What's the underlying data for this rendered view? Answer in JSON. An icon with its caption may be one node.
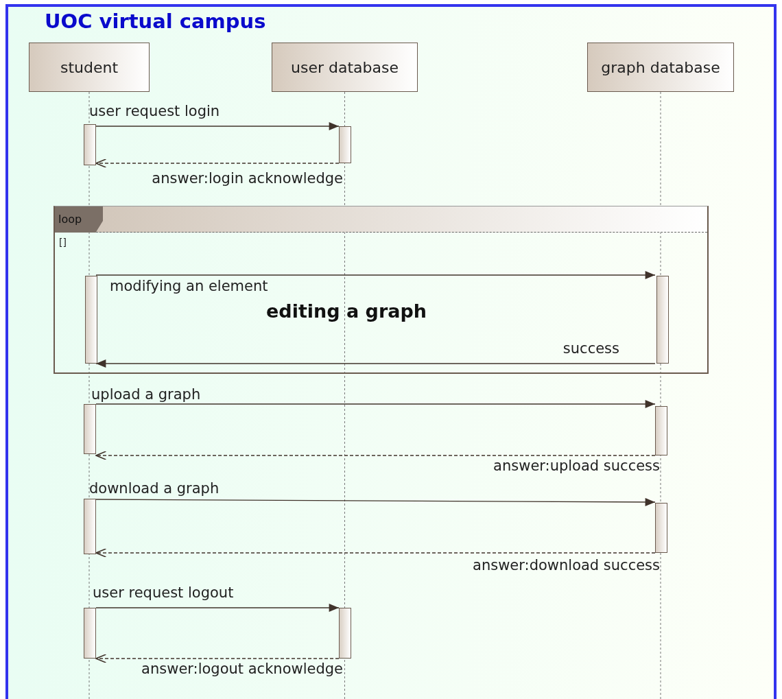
{
  "diagram": {
    "title": "UOC virtual campus",
    "nodes": [
      {
        "text": [
          "student"
        ]
      },
      {
        "text": [
          "user database"
        ]
      },
      {
        "text": [
          "graph database"
        ]
      },
      {
        "text": [],
        "shape": "bar"
      },
      {
        "text": [],
        "shape": "bar"
      },
      {
        "text": [
          "loop",
          "[]",
          "editing a graph"
        ]
      },
      {
        "text": [],
        "shape": "bar",
        "in": 5
      },
      {
        "text": [],
        "shape": "bar",
        "in": 5
      },
      {
        "text": [],
        "shape": "bar"
      },
      {
        "text": [],
        "shape": "bar"
      },
      {
        "text": [],
        "shape": "bar"
      },
      {
        "text": [],
        "shape": "bar"
      },
      {
        "text": [],
        "shape": "bar"
      },
      {
        "text": [],
        "shape": "bar"
      }
    ],
    "edges": [
      {
        "from": 3,
        "to": 4,
        "arrow": "to",
        "label": "user request login"
      },
      {
        "from": 4,
        "to": 3,
        "arrow": "to",
        "label": "answer:login acknowledge",
        "style": "dashed"
      },
      {
        "from": 6,
        "to": 7,
        "arrow": "to",
        "label": "modifying an element"
      },
      {
        "from": 7,
        "to": 6,
        "arrow": "to",
        "label": "success"
      },
      {
        "from": 8,
        "to": 9,
        "arrow": "to",
        "label": "upload a graph"
      },
      {
        "from": 9,
        "to": 8,
        "arrow": "to",
        "label": "answer:upload success",
        "style": "dashed"
      },
      {
        "from": 10,
        "to": 11,
        "arrow": "to",
        "label": "download a graph"
      },
      {
        "from": 11,
        "to": 10,
        "arrow": "to",
        "label": "answer:download success",
        "style": "dashed"
      },
      {
        "from": 12,
        "to": 13,
        "arrow": "to",
        "label": "user request logout"
      },
      {
        "from": 13,
        "to": 12,
        "arrow": "to",
        "label": "answer:logout acknowledge",
        "style": "dashed"
      }
    ]
  }
}
